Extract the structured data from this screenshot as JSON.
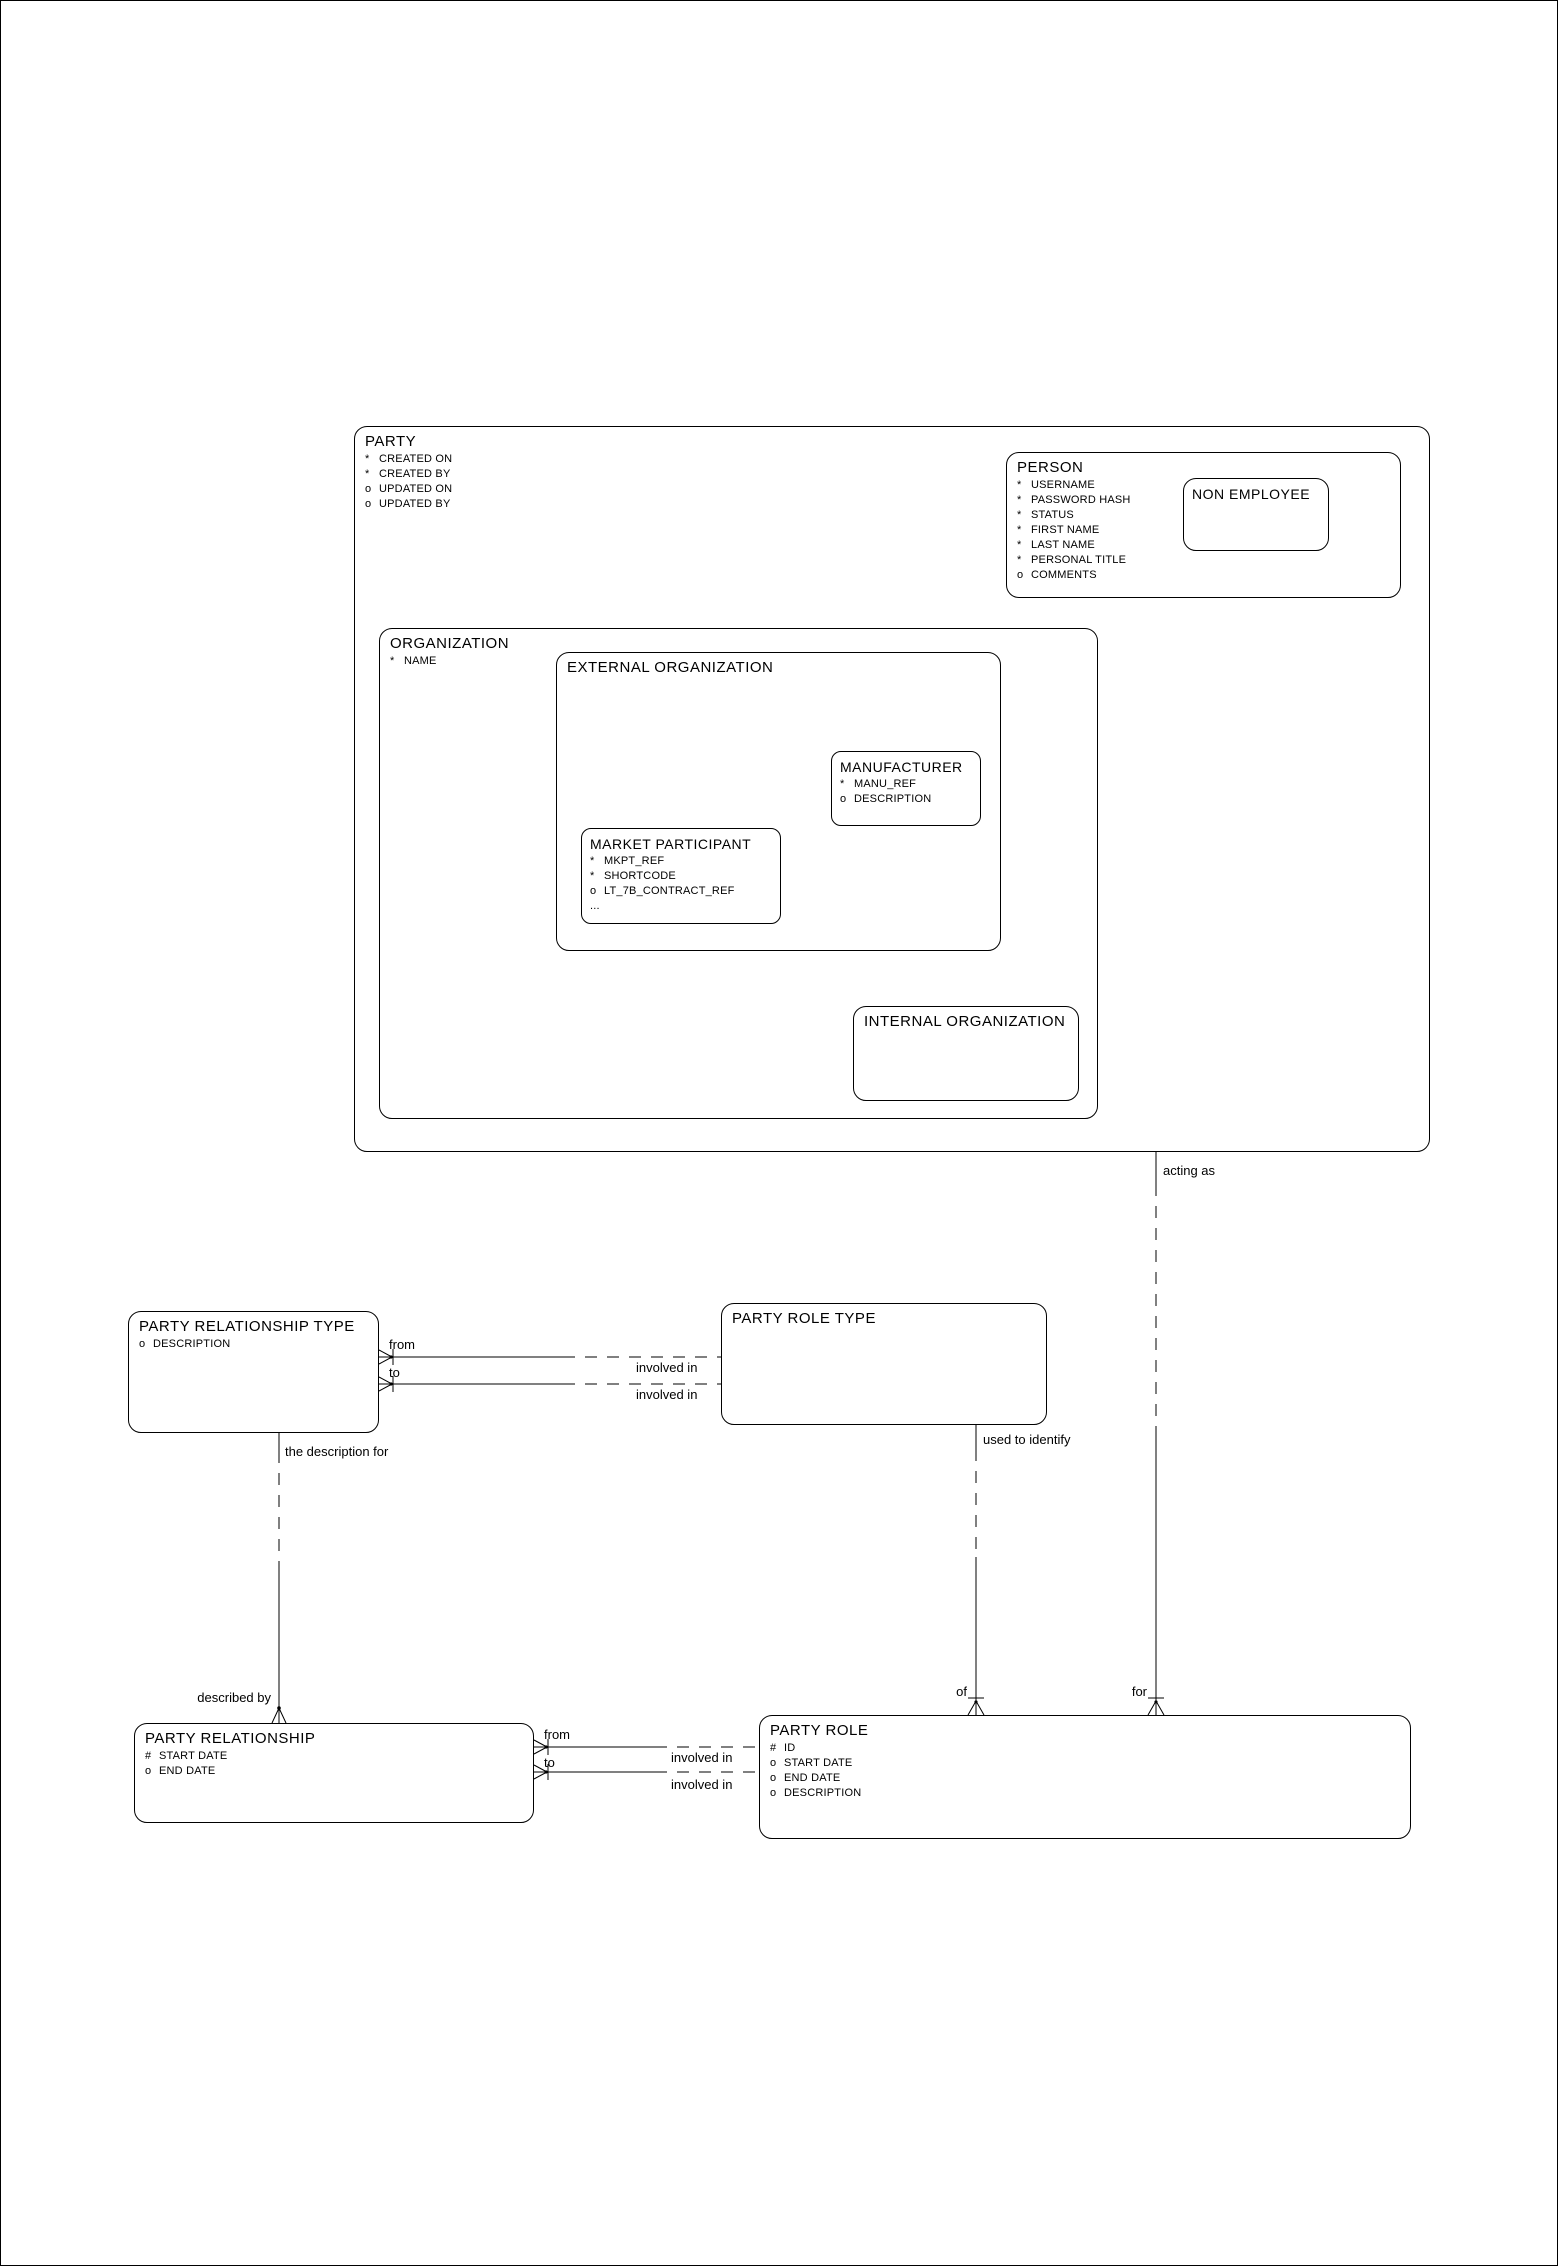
{
  "diagram": {
    "colors": {
      "line": "#000000",
      "background": "#ffffff",
      "text": "#000000"
    },
    "entities": {
      "party": {
        "title": "PARTY",
        "attrs": [
          {
            "p": "*",
            "n": "CREATED ON"
          },
          {
            "p": "*",
            "n": "CREATED BY"
          },
          {
            "p": "o",
            "n": "UPDATED ON"
          },
          {
            "p": "o",
            "n": "UPDATED BY"
          }
        ]
      },
      "person": {
        "title": "PERSON",
        "attrs": [
          {
            "p": "*",
            "n": "USERNAME"
          },
          {
            "p": "*",
            "n": "PASSWORD HASH"
          },
          {
            "p": "*",
            "n": "STATUS"
          },
          {
            "p": "*",
            "n": "FIRST NAME"
          },
          {
            "p": "*",
            "n": "LAST NAME"
          },
          {
            "p": "*",
            "n": "PERSONAL TITLE"
          },
          {
            "p": "o",
            "n": "COMMENTS"
          }
        ]
      },
      "non_employee": {
        "title": "NON EMPLOYEE",
        "attrs": []
      },
      "organization": {
        "title": "ORGANIZATION",
        "attrs": [
          {
            "p": "*",
            "n": "NAME"
          }
        ]
      },
      "external_organization": {
        "title": "EXTERNAL ORGANIZATION",
        "attrs": []
      },
      "manufacturer": {
        "title": "MANUFACTURER",
        "attrs": [
          {
            "p": "*",
            "n": "MANU_REF"
          },
          {
            "p": "o",
            "n": "DESCRIPTION"
          }
        ]
      },
      "market_participant": {
        "title": "MARKET PARTICIPANT",
        "attrs": [
          {
            "p": "*",
            "n": "MKPT_REF"
          },
          {
            "p": "*",
            "n": "SHORTCODE"
          },
          {
            "p": "o",
            "n": "LT_7B_CONTRACT_REF"
          },
          {
            "p": "...",
            "n": ""
          }
        ]
      },
      "internal_organization": {
        "title": "INTERNAL ORGANIZATION",
        "attrs": []
      },
      "party_relationship_type": {
        "title": "PARTY RELATIONSHIP TYPE",
        "attrs": [
          {
            "p": "o",
            "n": "DESCRIPTION"
          }
        ]
      },
      "party_role_type": {
        "title": "PARTY ROLE TYPE",
        "attrs": []
      },
      "party_relationship": {
        "title": "PARTY RELATIONSHIP",
        "attrs": [
          {
            "p": "#",
            "n": "START DATE"
          },
          {
            "p": "o",
            "n": "END DATE"
          }
        ]
      },
      "party_role": {
        "title": "PARTY ROLE",
        "attrs": [
          {
            "p": "#",
            "n": "ID"
          },
          {
            "p": "o",
            "n": "START DATE"
          },
          {
            "p": "o",
            "n": "END DATE"
          },
          {
            "p": "o",
            "n": "DESCRIPTION"
          }
        ]
      }
    },
    "relationship_labels": {
      "acting_as": "acting as",
      "for": "for",
      "of": "of",
      "used_to_identify": "used to identify",
      "the_description_for": "the description for",
      "described_by": "described by",
      "from_top": "from",
      "to_top": "to",
      "involved_in_top_1": "involved in",
      "involved_in_top_2": "involved in",
      "from_bottom": "from",
      "to_bottom": "to",
      "involved_in_bottom_1": "involved in",
      "involved_in_bottom_2": "involved in"
    }
  }
}
